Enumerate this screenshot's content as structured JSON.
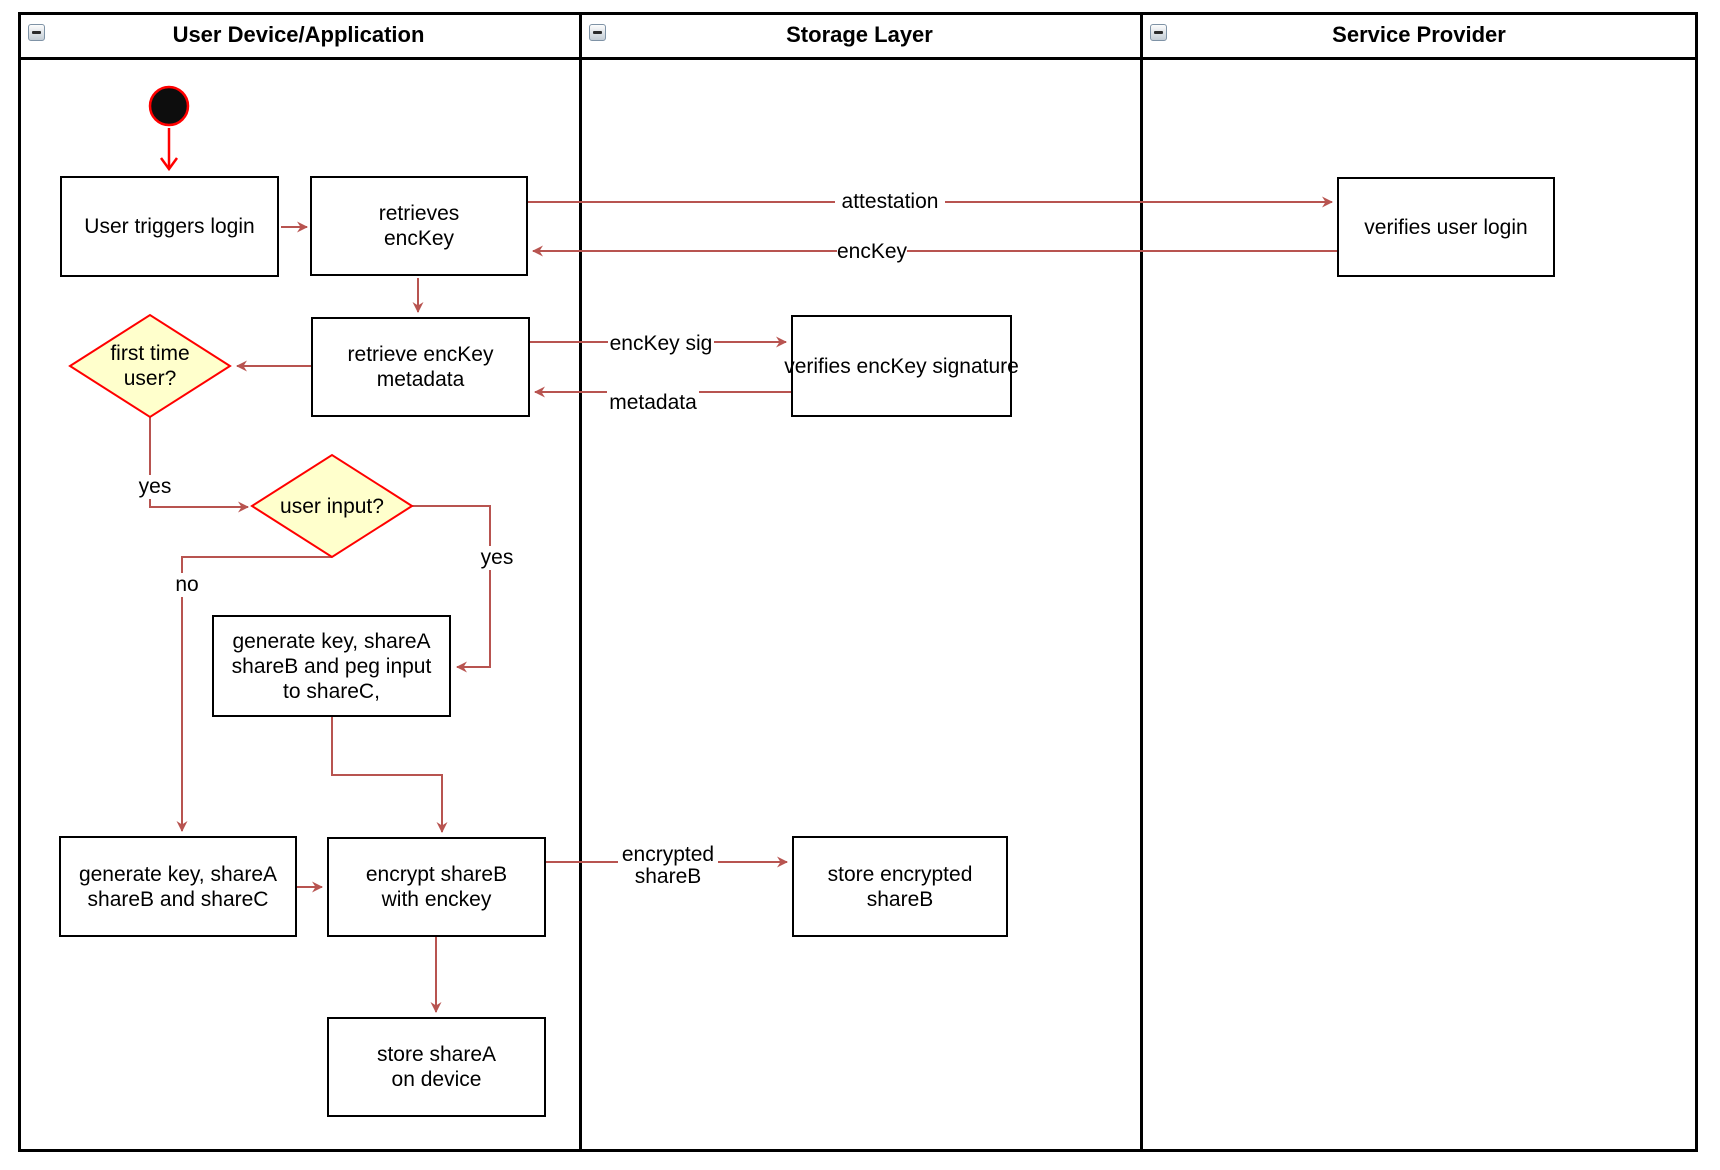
{
  "header": {
    "lanes": [
      {
        "title": "User Device/Application"
      },
      {
        "title": "Storage Layer"
      },
      {
        "title": "Service Provider"
      }
    ]
  },
  "icons": {
    "collapse": "minus-square"
  },
  "nodes": {
    "user_triggers_login": "User triggers login",
    "retrieves_enckey": "retrieves\nencKey",
    "retrieve_enckey_metadata": "retrieve encKey\nmetadata",
    "generate_key_peg_input": "generate key, shareA\nshareB and peg input\nto shareC,",
    "generate_key_sharec": "generate key, shareA\nshareB and shareC",
    "encrypt_shareb": "encrypt shareB\nwith enckey",
    "store_sharea": "store shareA\non device",
    "verifies_enckey_signature": "verifies encKey signature",
    "store_encrypted_shareb": "store encrypted\nshareB",
    "verifies_user_login": "verifies user login"
  },
  "decisions": {
    "first_time_user": "first time\nuser?",
    "user_input": "user input?"
  },
  "edge_labels": {
    "attestation": "attestation",
    "enckey": "encKey",
    "enckey_sig": "encKey sig",
    "metadata": "metadata",
    "encrypted_shareb": "encrypted\nshareB",
    "yes_first_time": "yes",
    "no_user_input": "no",
    "yes_user_input": "yes"
  },
  "colors": {
    "edge": "#b85450",
    "accent_red": "#ff0000",
    "decision_fill": "#ffffcc",
    "node_border": "#000000"
  }
}
